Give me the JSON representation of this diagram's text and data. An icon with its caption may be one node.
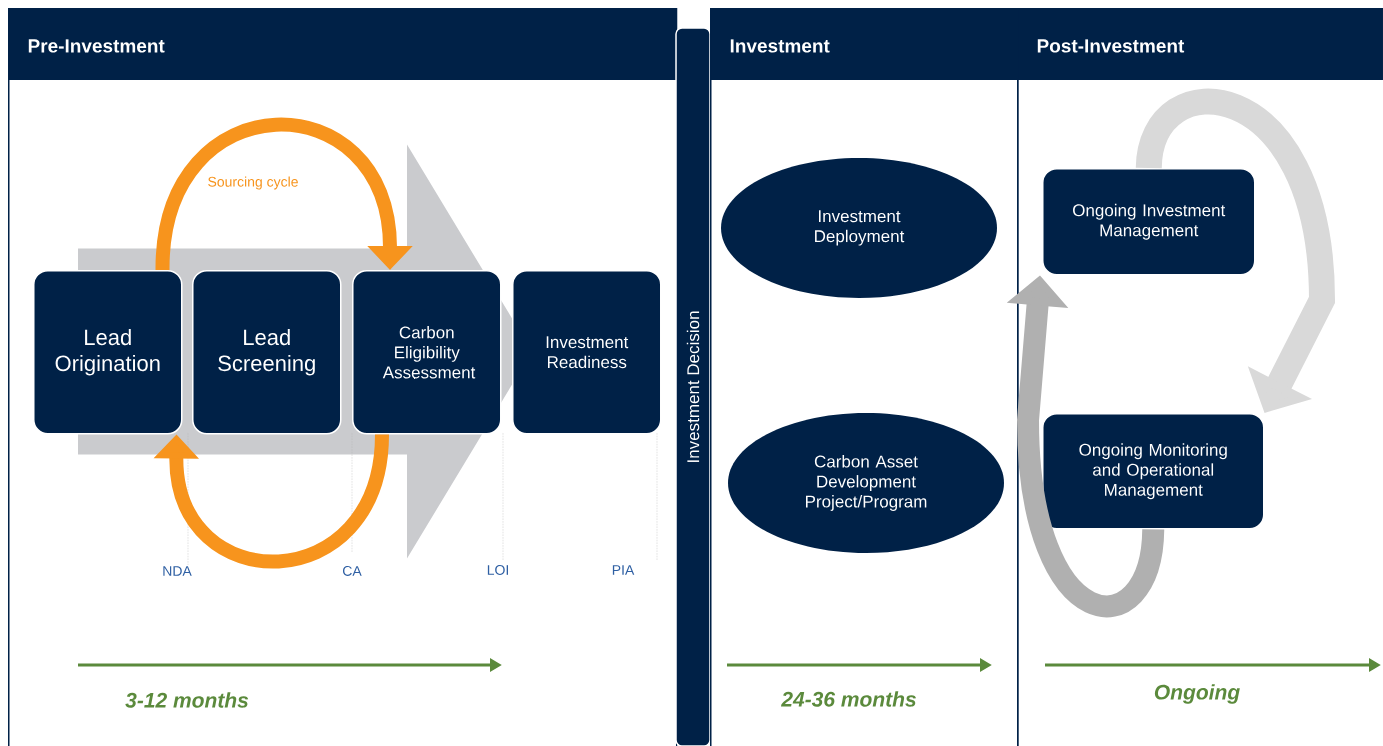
{
  "diagram": {
    "nodes": [
      {
        "text": [
          "Pre-Investment"
        ],
        "beside": [
          "3-12 months"
        ]
      },
      {
        "text": [
          "Lead Origination"
        ],
        "in": 0
      },
      {
        "text": [
          "Lead Screening"
        ],
        "in": 0
      },
      {
        "text": [
          "Carbon Eligibility Assessment"
        ],
        "in": 0
      },
      {
        "text": [
          "Investment Readiness"
        ],
        "in": 0
      },
      {
        "text": [
          "Investment Decision"
        ]
      },
      {
        "text": [
          "Investment"
        ],
        "beside": [
          "24-36 months"
        ]
      },
      {
        "text": [
          "Investment Deployment"
        ],
        "in": 6
      },
      {
        "text": [
          "Carbon Asset Development Project/Program"
        ],
        "in": 6
      },
      {
        "text": [
          "Post-Investment"
        ],
        "beside": [
          "Ongoing"
        ]
      },
      {
        "text": [
          "Ongoing Investment Management"
        ],
        "in": 9
      },
      {
        "text": [
          "Ongoing Monitoring and Operational Management"
        ],
        "in": 9
      }
    ],
    "edges": [
      {
        "from": 1,
        "to": 3,
        "arrow": "to",
        "label": "Sourcing cycle",
        "color": "#f7941d"
      },
      {
        "from": 3,
        "to": 1,
        "arrow": "to",
        "color": "#f7941d"
      },
      {
        "from": 10,
        "to": 11,
        "arrow": "to",
        "style": "thick",
        "color": "#d9d9d9"
      },
      {
        "from": 11,
        "to": 10,
        "arrow": "to",
        "color": "#b0b0b0"
      },
      {
        "from": 1,
        "to": 4,
        "arrow": "to",
        "color": "#cacbce"
      }
    ],
    "labels": [
      "NDA",
      "CA",
      "LOI",
      "PIA"
    ]
  }
}
